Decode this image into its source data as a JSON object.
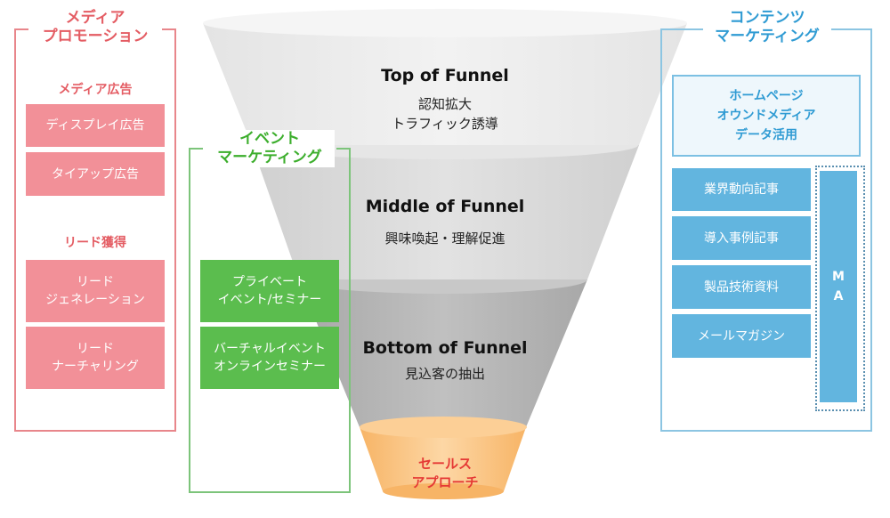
{
  "funnel": {
    "top": {
      "title": "Top of Funnel",
      "desc": "認知拡大\nトラフィック誘導"
    },
    "middle": {
      "title": "Middle of Funnel",
      "desc": "興味喚起・理解促進"
    },
    "bottom": {
      "title": "Bottom of Funnel",
      "desc": "見込客の抽出"
    },
    "sales": "セールス\nアプローチ",
    "colors": {
      "top": "#ebebeb",
      "middle": "#d9d9d9",
      "bottom": "#b3b3b3",
      "sales": "#fbc98a"
    }
  },
  "media_promotion": {
    "title": "メディア\nプロモーション",
    "ads": {
      "heading": "メディア広告",
      "items": [
        "ディスプレイ広告",
        "タイアップ広告"
      ]
    },
    "leads": {
      "heading": "リード獲得",
      "items": [
        "リード\nジェネレーション",
        "リード\nナーチャリング"
      ]
    },
    "color": "#f29098"
  },
  "event_marketing": {
    "title": "イベント\nマーケティング",
    "items": [
      "プライベート\nイベント/セミナー",
      "バーチャルイベント\nオンラインセミナー"
    ],
    "color": "#5bbd4e"
  },
  "content_marketing": {
    "title": "コンテンツ\nマーケティング",
    "owned": "ホームページ\nオウンドメディア\nデータ活用",
    "items": [
      "業界動向記事",
      "導入事例記事",
      "製品技術資料",
      "メールマガジン"
    ],
    "ma": "M\nA",
    "color": "#62b5df"
  }
}
